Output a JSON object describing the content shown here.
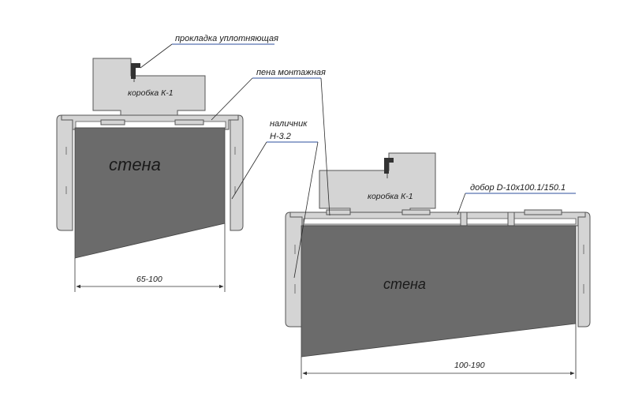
{
  "labels": {
    "seal": "прокладка уплотняющая",
    "foam": "пена монтажная",
    "casing": "наличник",
    "casing_code": "Н-3.2",
    "box_left": "коробка К-1",
    "box_right": "коробка К-1",
    "extension": "добор D-10х100.1/150.1",
    "wall_left": "стена",
    "wall_right": "стена"
  },
  "dimensions": {
    "left": "65-100",
    "right": "100-190"
  },
  "colors": {
    "wall": "#6b6b6b",
    "frame": "#d4d4d4",
    "leader_underline": "#2d4f9e"
  }
}
